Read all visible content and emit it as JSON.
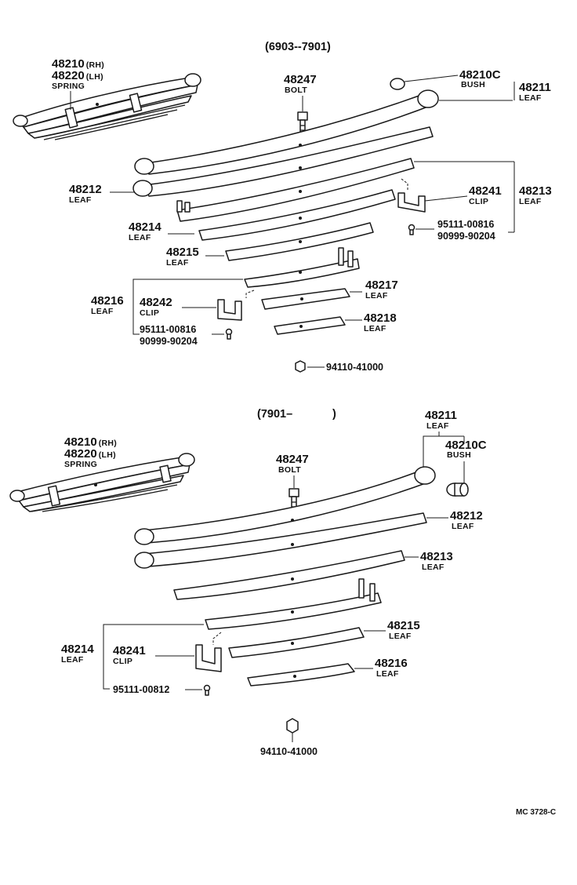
{
  "top": {
    "era": "(6903--7901)",
    "spring": {
      "rh": "48210",
      "rh_tag": "(RH)",
      "lh": "48220",
      "lh_tag": "(LH)",
      "name": "SPRING"
    },
    "bolt": {
      "num": "48247",
      "name": "BOLT"
    },
    "bush": {
      "num": "48210C",
      "name": "BUSH"
    },
    "leaf_48211": {
      "num": "48211",
      "name": "LEAF"
    },
    "leaf_48212": {
      "num": "48212",
      "name": "LEAF"
    },
    "clip_48241": {
      "num": "48241",
      "name": "CLIP"
    },
    "leaf_48213": {
      "num": "48213",
      "name": "LEAF"
    },
    "rivet_a": "95111-00816",
    "rivet_b": "90999-90204",
    "leaf_48214": {
      "num": "48214",
      "name": "LEAF"
    },
    "leaf_48215": {
      "num": "48215",
      "name": "LEAF"
    },
    "leaf_48216": {
      "num": "48216",
      "name": "LEAF"
    },
    "clip_48242": {
      "num": "48242",
      "name": "CLIP"
    },
    "rivet_c": "95111-00816",
    "rivet_d": "90999-90204",
    "leaf_48217": {
      "num": "48217",
      "name": "LEAF"
    },
    "leaf_48218": {
      "num": "48218",
      "name": "LEAF"
    },
    "nut": "94110-41000"
  },
  "bottom": {
    "era_open": "(7901–",
    "era_close": ")",
    "leaf_48211": {
      "num": "48211",
      "name": "LEAF"
    },
    "bush": {
      "num": "48210C",
      "name": "BUSH"
    },
    "spring": {
      "rh": "48210",
      "rh_tag": "(RH)",
      "lh": "48220",
      "lh_tag": "(LH)",
      "name": "SPRING"
    },
    "bolt": {
      "num": "48247",
      "name": "BOLT"
    },
    "leaf_48212": {
      "num": "48212",
      "name": "LEAF"
    },
    "leaf_48213": {
      "num": "48213",
      "name": "LEAF"
    },
    "leaf_48215": {
      "num": "48215",
      "name": "LEAF"
    },
    "leaf_48214": {
      "num": "48214",
      "name": "LEAF"
    },
    "clip_48241": {
      "num": "48241",
      "name": "CLIP"
    },
    "leaf_48216": {
      "num": "48216",
      "name": "LEAF"
    },
    "rivet": "95111-00812",
    "nut": "94110-41000"
  },
  "footer": {
    "code": "MC 3728-C"
  }
}
